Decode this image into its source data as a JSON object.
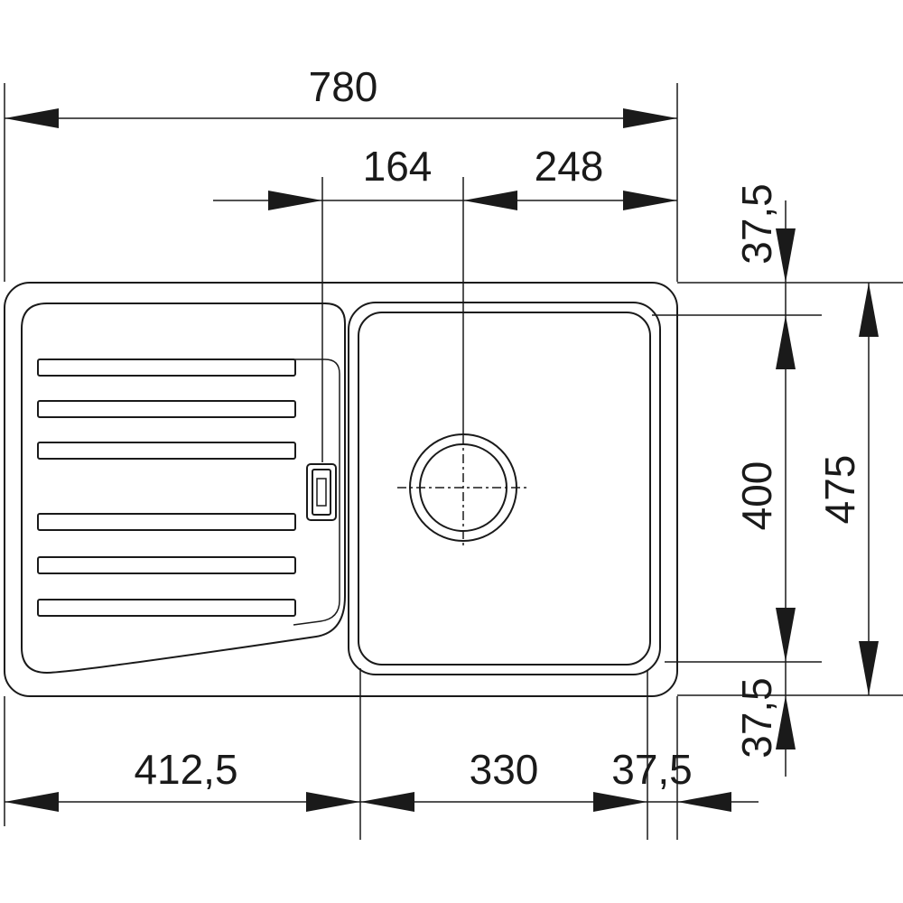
{
  "dimensions": {
    "overall_width": "780",
    "tap_offset": "164",
    "bowl_to_edge": "248",
    "drainer_width": "412,5",
    "bowl_width": "330",
    "right_rim": "37,5",
    "overall_depth": "475",
    "bowl_depth": "400",
    "top_rim": "37,5",
    "bottom_rim": "37,5"
  }
}
